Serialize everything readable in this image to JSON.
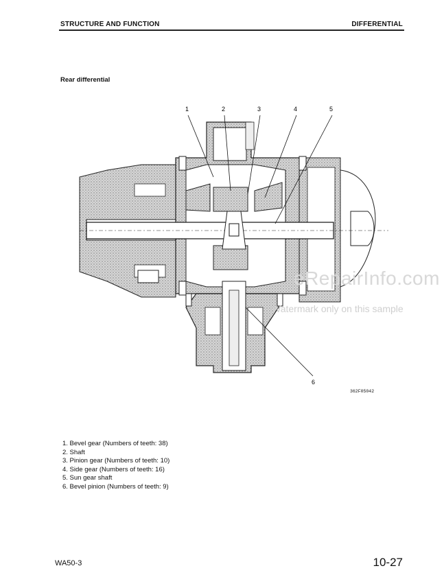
{
  "header": {
    "left": "STRUCTURE AND FUNCTION",
    "right": "DIFFERENTIAL"
  },
  "section_title": "Rear differential",
  "figure": {
    "callouts": [
      "1",
      "2",
      "3",
      "4",
      "5",
      "6"
    ],
    "code": "362F05042"
  },
  "parts": [
    "1. Bevel gear (Numbers of teeth: 38)",
    "2. Shaft",
    "3. Pinion gear (Numbers of teeth: 10)",
    "4. Side gear (Numbers of teeth: 16)",
    "5. Sun gear shaft",
    "6. Bevel pinion (Numbers of teeth: 9)"
  ],
  "watermark": {
    "line1": "eRepairInfo.com",
    "line2": "Watermark only on this sample"
  },
  "footer": {
    "model": "WA50-3",
    "page": "10-27"
  }
}
